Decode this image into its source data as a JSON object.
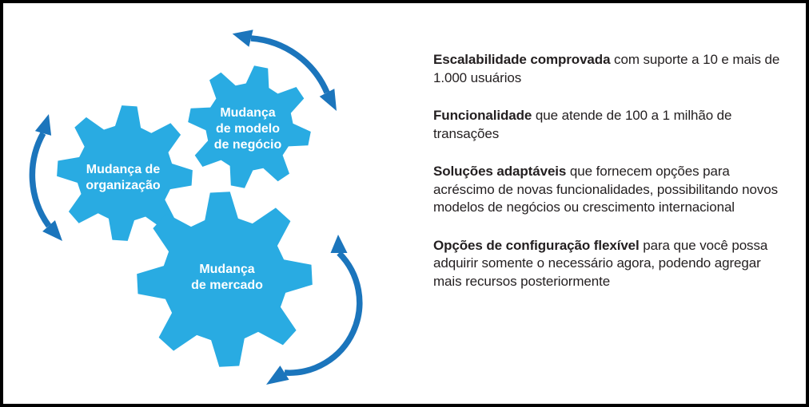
{
  "figure": {
    "type": "gears-infographic"
  },
  "colors": {
    "gear_blue": "#29ABE2",
    "arrow_blue": "#1B75BC",
    "text_dark": "#231F20",
    "gear_label": "#FFFFFF",
    "frame_border": "#000000",
    "background": "#FFFFFF"
  },
  "diagram": {
    "gears": [
      {
        "label": "Mudança de\norganização"
      },
      {
        "label": "Mudança\nde modelo\nde negócio"
      },
      {
        "label": "Mudança\nde mercado"
      }
    ],
    "arrows": [
      {
        "name": "double-curved-arrow-top"
      },
      {
        "name": "double-curved-arrow-left"
      },
      {
        "name": "double-curved-arrow-bottom-right"
      }
    ]
  },
  "panel": {
    "items": [
      {
        "lead": "Escalabilidade comprovada",
        "rest": " com suporte a 10 e mais de 1.000 usuários"
      },
      {
        "lead": "Funcionalidade",
        "rest": " que atende de 100 a 1 milhão de transações"
      },
      {
        "lead": "Soluções adaptáveis",
        "rest": " que fornecem opções para acréscimo de novas funcionalidades, possibilitando novos modelos de negócios ou crescimento internacional"
      },
      {
        "lead": "Opções de configuração flexível",
        "rest": " para que você possa adquirir somente o necessário agora, podendo agregar mais recursos posteriormente"
      }
    ]
  }
}
